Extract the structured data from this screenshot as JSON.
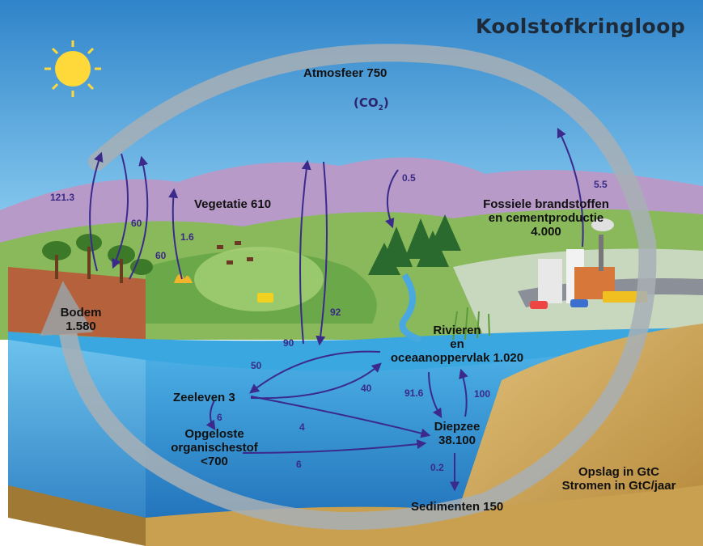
{
  "title": "Koolstofkringloop",
  "atmosphere": {
    "label": "Atmosfeer 750",
    "co2": "CO",
    "co2_sub": "2"
  },
  "reservoirs": {
    "vegetation": "Vegetatie 610",
    "fossil_line1": "Fossiele brandstoffen",
    "fossil_line2": "en cementproductie",
    "fossil_value": "4.000",
    "soil_line1": "Bodem",
    "soil_value": "1.580",
    "rivers_line1": "Rivieren",
    "rivers_line2": "en",
    "rivers_line3": "oceaanoppervlak 1.020",
    "marine_life": "Zeeleven 3",
    "dissolved_line1": "Opgeloste",
    "dissolved_line2": "organischestof",
    "dissolved_line3": "<700",
    "deep_sea_line1": "Diepzee",
    "deep_sea_value": "38.100",
    "sediments": "Sedimenten 150"
  },
  "flows": {
    "f_121_3": "121.3",
    "f_60a": "60",
    "f_60b": "60",
    "f_1_6": "1.6",
    "f_0_5": "0.5",
    "f_5_5": "5.5",
    "f_90": "90",
    "f_92": "92",
    "f_50": "50",
    "f_40": "40",
    "f_91_6": "91.6",
    "f_100": "100",
    "f_6a": "6",
    "f_4": "4",
    "f_6b": "6",
    "f_0_2": "0.2"
  },
  "legend": {
    "stocks": "Opslag in GtC",
    "flows": "Stromen in GtC/jaar"
  },
  "colors": {
    "arrow": "#3b2a8c",
    "sky": "#4a9fd8",
    "ocean": "#2f93d6",
    "sand": "#c9a050"
  }
}
